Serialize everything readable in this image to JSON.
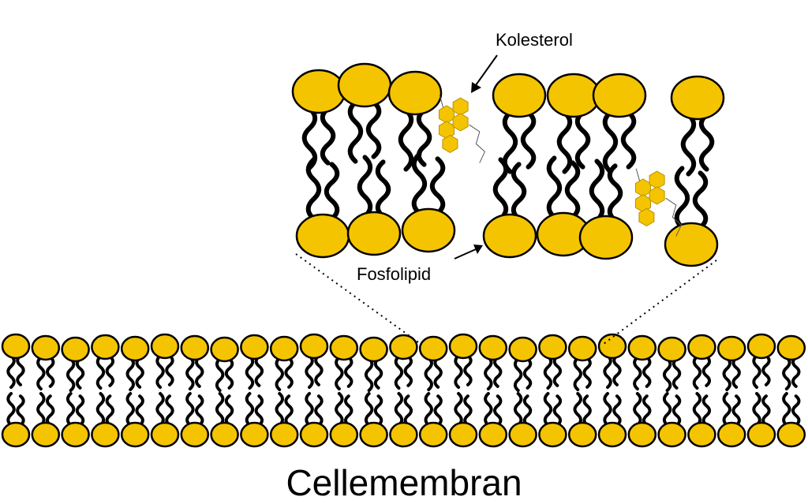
{
  "diagram": {
    "title": "Cellemembran",
    "labels": {
      "cholesterol": "Kolesterol",
      "phospholipid": "Fosfolipid"
    },
    "colors": {
      "head_fill": "#f5c400",
      "outline": "#000000"
    }
  }
}
